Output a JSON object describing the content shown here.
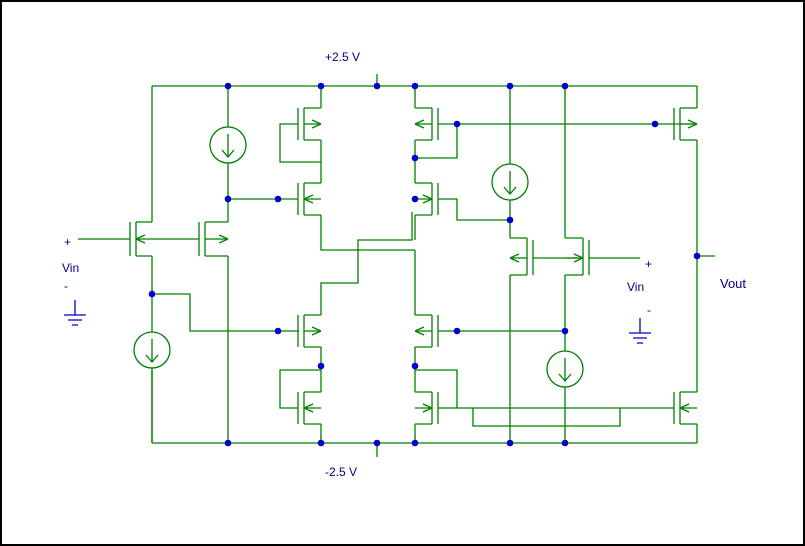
{
  "labels": {
    "vplus": "+2.5 V",
    "vminus": "-2.5 V",
    "vin_left_plus": "+",
    "vin_left": "Vin",
    "vin_left_minus": "-",
    "vin_right_plus": "+",
    "vin_right": "Vin",
    "vin_right_minus": "-",
    "vout": "Vout"
  },
  "colors": {
    "wire": "#008000",
    "node": "#0000cc",
    "text": "#000080",
    "background": "#ffffff"
  }
}
